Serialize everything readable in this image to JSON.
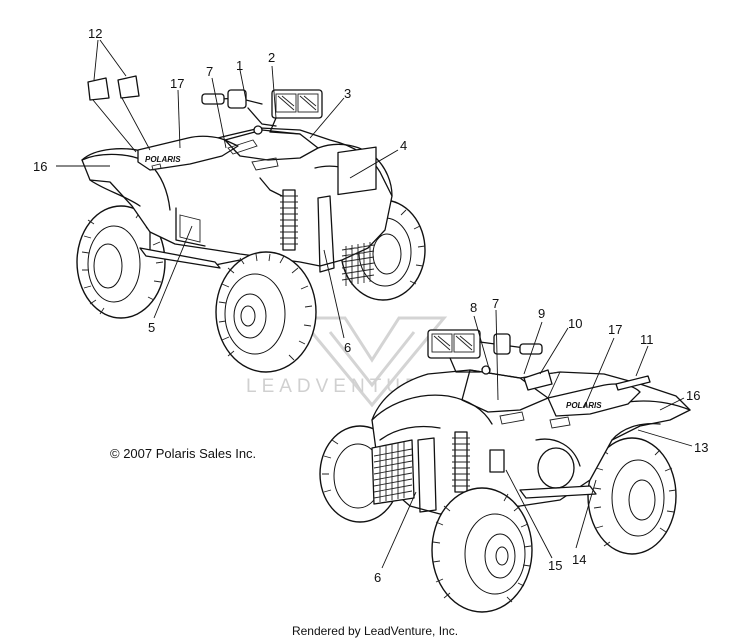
{
  "copyright": "© 2007 Polaris Sales Inc.",
  "footer": "Rendered by LeadVenture, Inc.",
  "watermark": "LEADVENTURE",
  "brand_decal": "POLARIS",
  "callouts_top": [
    "12",
    "17",
    "7",
    "1",
    "2",
    "3",
    "4",
    "16",
    "5",
    "6"
  ],
  "callouts_bottom": [
    "8",
    "7",
    "9",
    "10",
    "17",
    "11",
    "16",
    "13",
    "14",
    "15",
    "6"
  ]
}
